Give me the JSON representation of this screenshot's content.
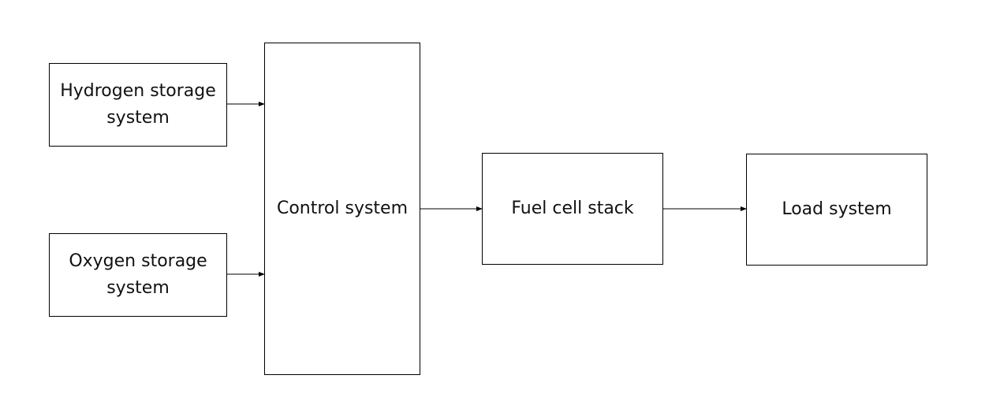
{
  "diagram": {
    "nodes": {
      "hydrogen": {
        "label": "Hydrogen storage system"
      },
      "oxygen": {
        "label": "Oxygen storage system"
      },
      "control": {
        "label": "Control system"
      },
      "fuel_cell": {
        "label": "Fuel cell stack"
      },
      "load": {
        "label": "Load system"
      }
    },
    "edges": [
      {
        "from": "hydrogen",
        "to": "control"
      },
      {
        "from": "oxygen",
        "to": "control"
      },
      {
        "from": "control",
        "to": "fuel_cell"
      },
      {
        "from": "fuel_cell",
        "to": "load"
      }
    ],
    "colors": {
      "stroke": "#000000",
      "text": "#111111",
      "background": "#ffffff"
    }
  }
}
